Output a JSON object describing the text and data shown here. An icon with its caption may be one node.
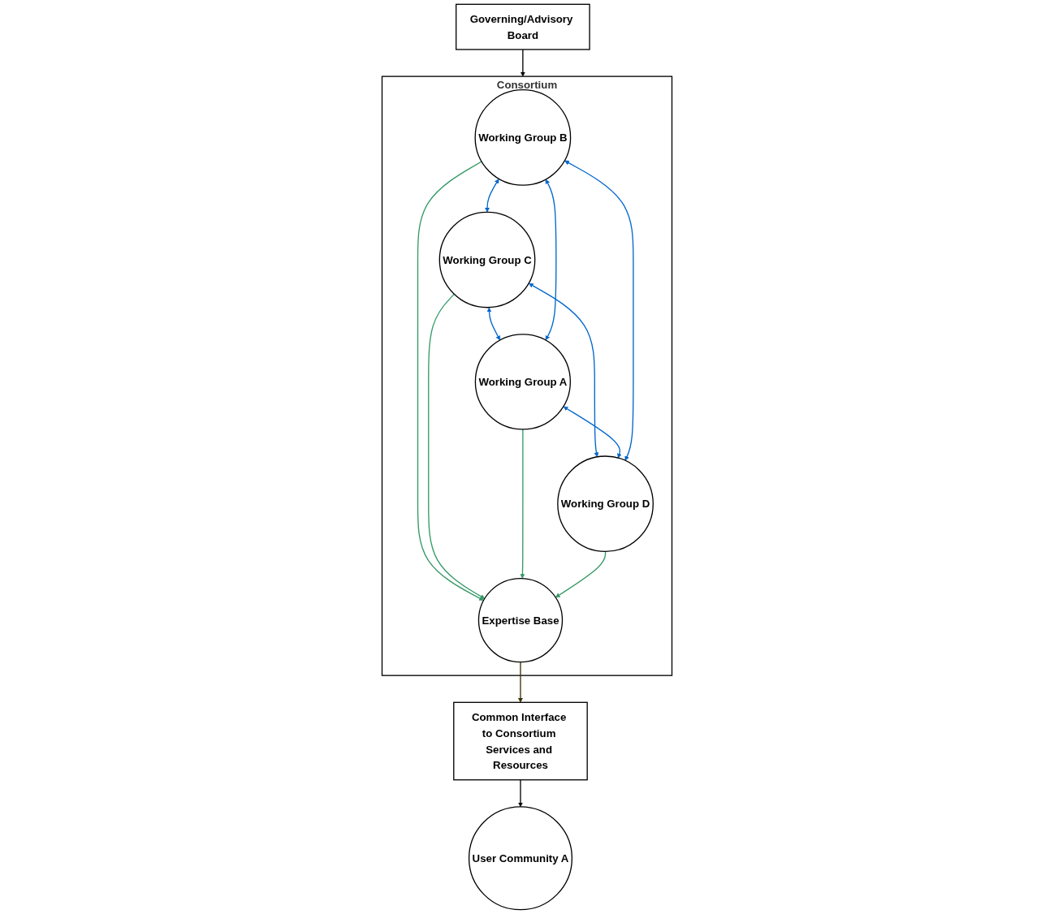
{
  "diagram": {
    "nodes": [
      {
        "text": [
          "Governing/Advisory Board"
        ]
      },
      {
        "text": [
          "Consortium"
        ]
      },
      {
        "text": [
          "Working Group B"
        ],
        "in": 1
      },
      {
        "text": [
          "Working Group C"
        ],
        "in": 1
      },
      {
        "text": [
          "Working Group A"
        ],
        "in": 1
      },
      {
        "text": [
          "Working Group D"
        ],
        "in": 1
      },
      {
        "text": [
          "Expertise Base"
        ],
        "in": 1
      },
      {
        "text": [
          "Common Interface to Consortium Services and Resources"
        ]
      },
      {
        "text": [
          "User Community A"
        ]
      }
    ],
    "edges": [
      {
        "from": 0,
        "to": 1,
        "arrow": "to",
        "color": "#000000"
      },
      {
        "from": 2,
        "to": 3,
        "arrow": "both",
        "color": "#0066cc"
      },
      {
        "from": 4,
        "to": 2,
        "arrow": "both",
        "color": "#0066cc"
      },
      {
        "from": 3,
        "to": 5,
        "arrow": "both",
        "color": "#0066cc"
      },
      {
        "from": 4,
        "to": 5,
        "arrow": "both",
        "color": "#0066cc"
      },
      {
        "from": 2,
        "to": 5,
        "arrow": "both",
        "color": "#0066cc"
      },
      {
        "from": 3,
        "to": 4,
        "arrow": "both",
        "color": "#0066cc"
      },
      {
        "from": 2,
        "to": 6,
        "arrow": "to",
        "color": "#339966"
      },
      {
        "from": 3,
        "to": 6,
        "arrow": "to",
        "color": "#339966"
      },
      {
        "from": 4,
        "to": 6,
        "arrow": "to",
        "color": "#339966"
      },
      {
        "from": 5,
        "to": 6,
        "arrow": "to",
        "color": "#339966"
      },
      {
        "from": 6,
        "to": 7,
        "arrow": "to",
        "color": "#333300"
      },
      {
        "from": 7,
        "to": 8,
        "arrow": "to",
        "color": "#000000"
      }
    ]
  }
}
